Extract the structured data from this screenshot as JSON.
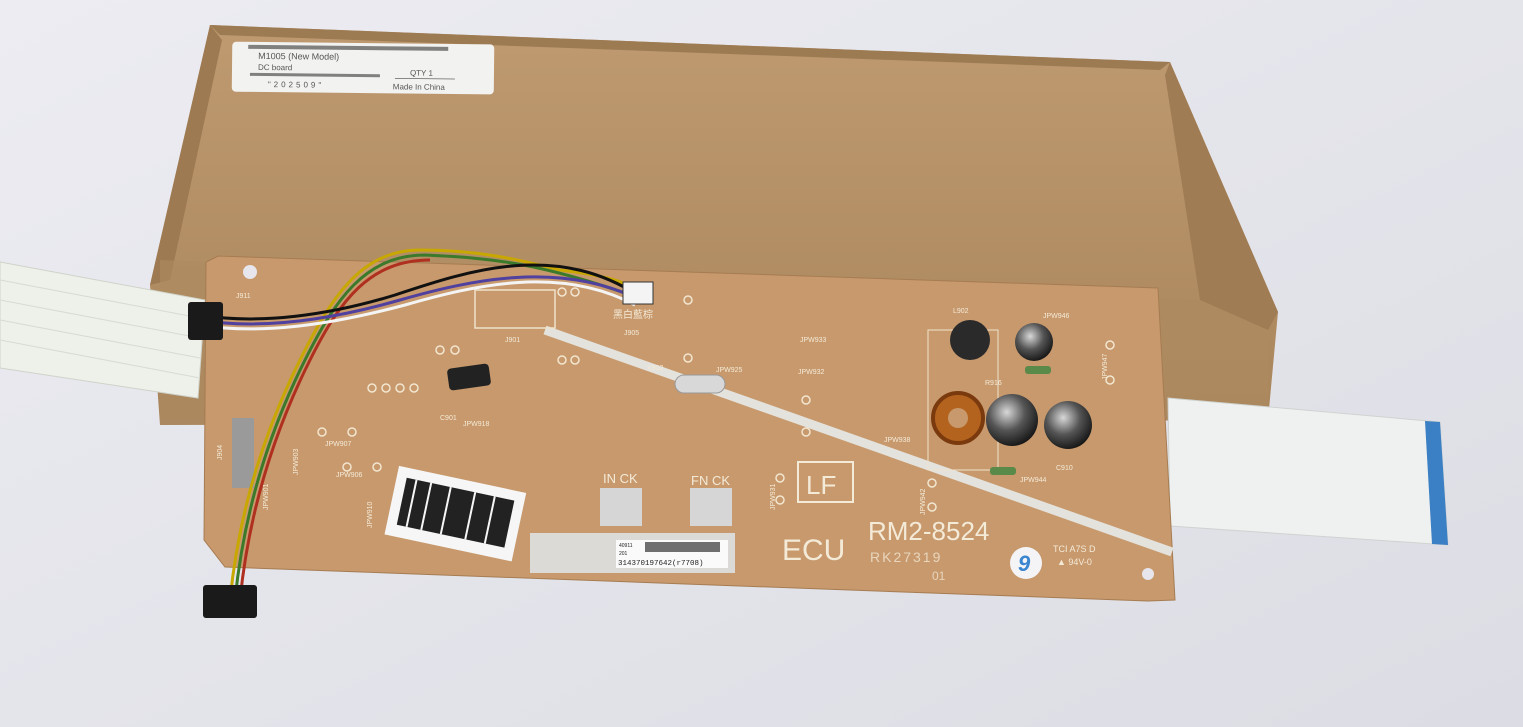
{
  "box_label": {
    "line1": "M1005 (New Model)",
    "line2": "DC board",
    "line3": "\"202509\"",
    "qty": "QTY 1",
    "origin": "Made In China"
  },
  "pcb": {
    "in_ck": "IN CK",
    "fn_ck": "FN CK",
    "lf_mark": "LF",
    "ecu": "ECU",
    "part_number": "RM2-8524",
    "revision_code": "RK27319",
    "revision_sub": "01",
    "circle_number": "9",
    "maker_code": "TCI A7S D",
    "rating": "▲ 94V-0",
    "serial_label": {
      "line1": "40911",
      "line2": "201",
      "line3": "314370197642(r7708)"
    },
    "wire_colors": "黑白藍棕",
    "refs": [
      "J911",
      "J901",
      "J905",
      "X902",
      "L902",
      "JPW946",
      "JPW947",
      "R916",
      "C910",
      "JPW944",
      "C901",
      "JPW918",
      "JPW907",
      "JPW906",
      "JPW933",
      "JPW932",
      "JPW925",
      "JPW938",
      "J904",
      "JPW931",
      "JPW942",
      "JPW910",
      "JPW901",
      "JPW903"
    ]
  },
  "colors": {
    "cardboard": "#b8926a",
    "pcb": "#c7996c",
    "ribbon": "#eef0ea",
    "background": "#e6e6ec"
  }
}
